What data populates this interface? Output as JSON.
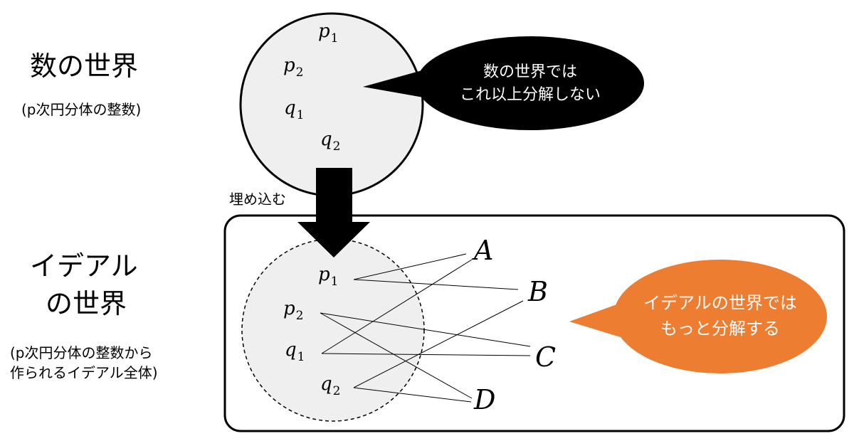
{
  "labels": {
    "number_world": "数の世界",
    "number_world_sub": "(p次円分体の整数)",
    "embed": "埋め込む",
    "ideal_world_line1": "イデアル",
    "ideal_world_line2": "の世界",
    "ideal_world_sub_line1": "(p次円分体の整数から",
    "ideal_world_sub_line2": "作られるイデアル全体)"
  },
  "bubbles": {
    "number": {
      "line1": "数の世界では",
      "line2": "これ以上分解しない",
      "color": "#000000",
      "text_color": "#ffffff"
    },
    "ideal": {
      "line1": "イデアルの世界では",
      "line2": "もっと分解する",
      "color": "#ed7d31",
      "text_color": "#ffffff"
    }
  },
  "elements": {
    "top": [
      {
        "base": "p",
        "sub": "1"
      },
      {
        "base": "p",
        "sub": "2"
      },
      {
        "base": "q",
        "sub": "1"
      },
      {
        "base": "q",
        "sub": "2"
      }
    ],
    "bottom": [
      {
        "base": "p",
        "sub": "1"
      },
      {
        "base": "p",
        "sub": "2"
      },
      {
        "base": "q",
        "sub": "1"
      },
      {
        "base": "q",
        "sub": "2"
      }
    ],
    "ideals": [
      "A",
      "B",
      "C",
      "D"
    ]
  },
  "colors": {
    "circle_fill": "#efefef",
    "stroke": "#000000"
  }
}
